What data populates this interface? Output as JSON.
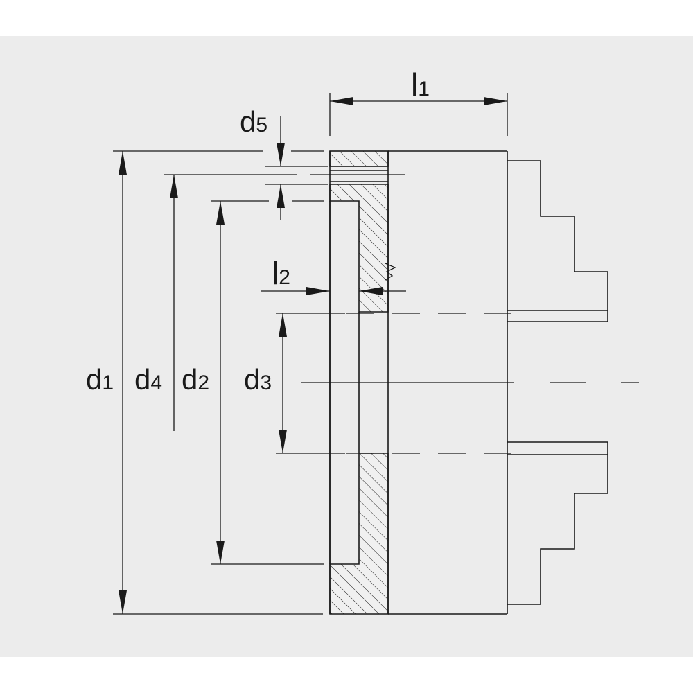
{
  "diagram": {
    "labels": {
      "l1": {
        "main": "l",
        "sub": "1"
      },
      "l2": {
        "main": "l",
        "sub": "2"
      },
      "d1": {
        "main": "d",
        "sub": "1"
      },
      "d2": {
        "main": "d",
        "sub": "2"
      },
      "d3": {
        "main": "d",
        "sub": "3"
      },
      "d4": {
        "main": "d",
        "sub": "4"
      },
      "d5": {
        "main": "d",
        "sub": "5"
      }
    },
    "colors": {
      "background": "#ececec",
      "panel": "#f0f0f0",
      "line": "#1a1a1a"
    }
  }
}
